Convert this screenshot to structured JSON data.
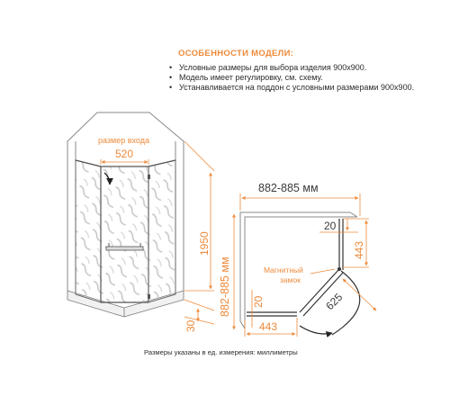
{
  "features": {
    "title": "ОСОБЕННОСТИ МОДЕЛИ:",
    "items": [
      "Условные размеры для выбора изделия 900х900.",
      "Модель имеет регулировку, см. схему.",
      "Устанавливается на поддон с условными размерами 900х900."
    ]
  },
  "front_view": {
    "entry_label": "размер входа",
    "entry_width": "520",
    "height": "1950",
    "base_height": "30"
  },
  "top_view": {
    "width_range": "882-885 мм",
    "depth_range": "882-885 мм",
    "offset_top": "20",
    "offset_left": "20",
    "side_right": "443",
    "side_bottom": "443",
    "door": "625",
    "magnet_label_line1": "Магнитный",
    "magnet_label_line2": "замок"
  },
  "footnote": "Размеры указаны в ед. измерения: миллиметры",
  "colors": {
    "accent": "#ee8a3a",
    "outline": "#5a5a5a",
    "glass_pattern": "#c4c4c4"
  }
}
